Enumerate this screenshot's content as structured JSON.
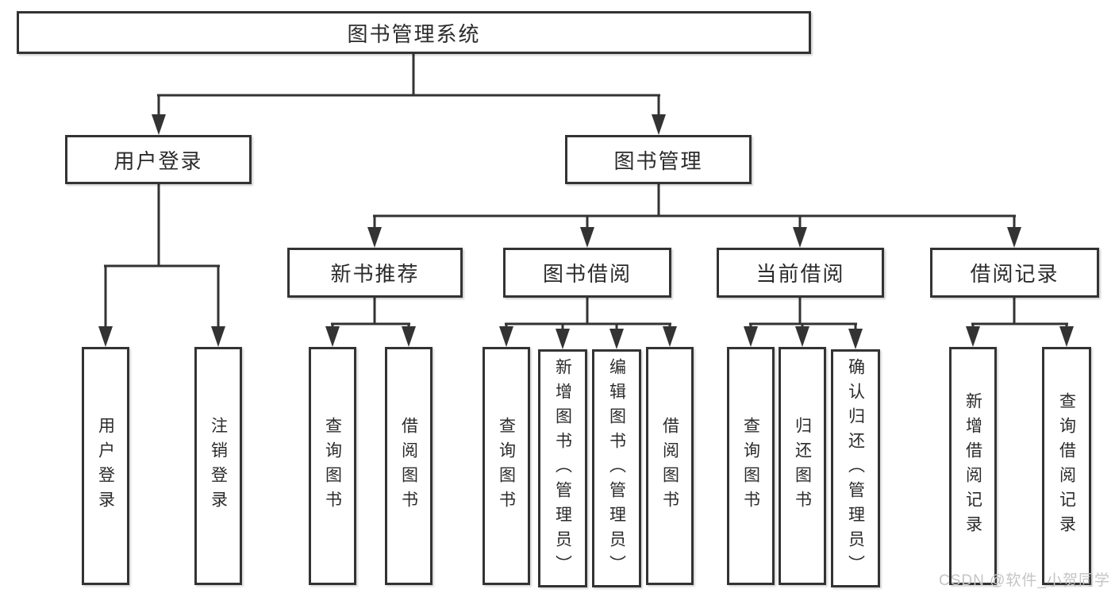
{
  "diagram": {
    "root": {
      "label": "图书管理系统"
    },
    "branches": [
      {
        "label": "用户登录",
        "children": [
          {
            "label": "用户登录"
          },
          {
            "label": "注销登录"
          }
        ]
      },
      {
        "label": "图书管理",
        "children": [
          {
            "label": "新书推荐",
            "children": [
              {
                "label": "查询图书"
              },
              {
                "label": "借阅图书"
              }
            ]
          },
          {
            "label": "图书借阅",
            "children": [
              {
                "label": "查询图书"
              },
              {
                "label": "新增图书（管理员）"
              },
              {
                "label": "编辑图书（管理员）"
              },
              {
                "label": "借阅图书"
              }
            ]
          },
          {
            "label": "当前借阅",
            "children": [
              {
                "label": "查询图书"
              },
              {
                "label": "归还图书"
              },
              {
                "label": "确认归还（管理员）"
              }
            ]
          },
          {
            "label": "借阅记录",
            "children": [
              {
                "label": "新增借阅记录"
              },
              {
                "label": "查询借阅记录"
              }
            ]
          }
        ]
      }
    ]
  },
  "watermark": {
    "text": "CSDN @软件_小贺同学",
    "color": "#c4c4c4"
  },
  "colors": {
    "line": "#333333",
    "text": "#2b2b2b",
    "background": "#ffffff"
  }
}
